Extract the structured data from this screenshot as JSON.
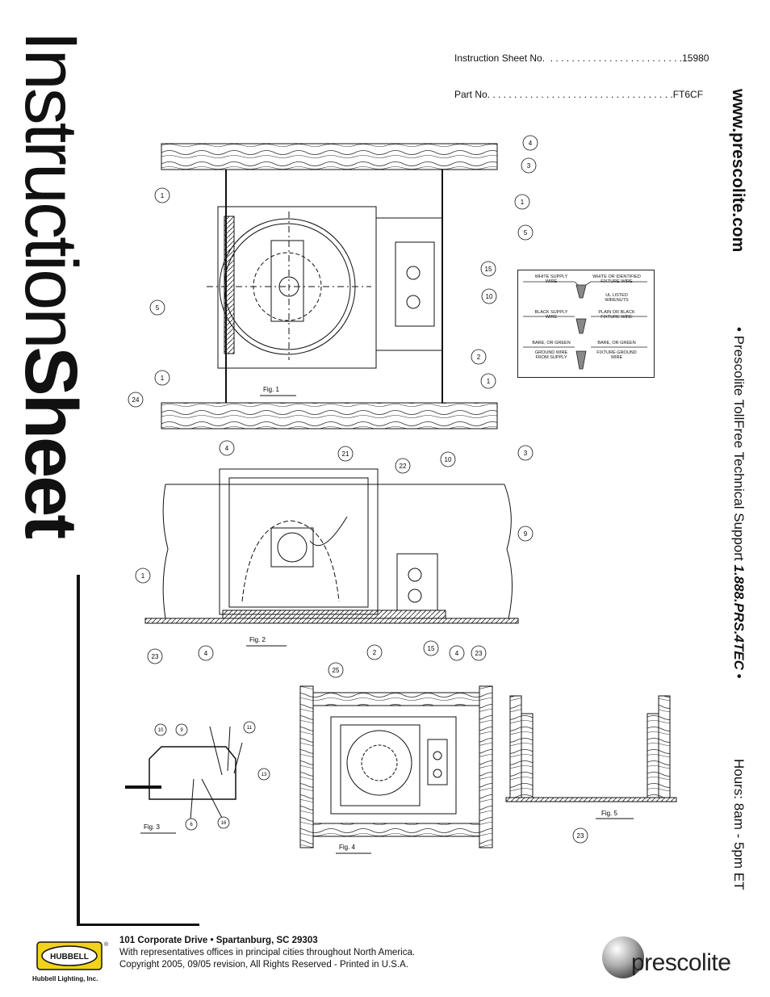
{
  "header": {
    "instruction_sheet_line": "Instruction Sheet No.  . . . . . . . . . . . . . . . . . . . . . . . . .15980",
    "part_no_line": "Part No. . . . . . . . . . . . . . . . . . . . . . . . . . . . . . . . . . .FT6CF"
  },
  "title": {
    "part1": "Instruction",
    "part2": "Sheet"
  },
  "side": {
    "website": "www.prescolite.com",
    "support_prefix": "• Prescolite TollFree Technical Support ",
    "support_phone": "1.888.PRS.4TEC",
    "support_suffix": " •",
    "hours": "Hours: 8am - 5pm ET"
  },
  "wiring_table": {
    "row1_left_a": "WHITE SUPPLY",
    "row1_left_b": "WIRE",
    "row1_right_a": "WHITE OR IDENTIFIED",
    "row1_right_b": "FIXTURE WIRE",
    "wirenut_note_a": "UL LISTED",
    "wirenut_note_b": "WIRENUTS",
    "row2_left_a": "BLACK SUPPLY",
    "row2_left_b": "WIRE",
    "row2_right_a": "PLAIN OR BLACK",
    "row2_right_b": "FIXTURE WIRE",
    "row3_left_a": "BARE, OR GREEN",
    "row3_left_b": "GROUND WIRE",
    "row3_left_c": "FROM SUPPLY",
    "row3_right_a": "BARE, OR GREEN",
    "row3_right_b": "FIXTURE GROUND",
    "row3_right_c": "WIRE"
  },
  "figures": {
    "fig1": "Fig. 1",
    "fig2": "Fig. 2",
    "fig3": "Fig. 3",
    "fig4": "Fig. 4",
    "fig5": "Fig. 5"
  },
  "callouts": {
    "fig1": [
      {
        "n": "4"
      },
      {
        "n": "3"
      },
      {
        "n": "1"
      },
      {
        "n": "1"
      },
      {
        "n": "5"
      },
      {
        "n": "15"
      },
      {
        "n": "10"
      },
      {
        "n": "5"
      },
      {
        "n": "2"
      },
      {
        "n": "1"
      },
      {
        "n": "1"
      },
      {
        "n": "24"
      },
      {
        "n": "4"
      },
      {
        "n": "3"
      }
    ],
    "fig2": [
      {
        "n": "21"
      },
      {
        "n": "22"
      },
      {
        "n": "10"
      },
      {
        "n": "9"
      },
      {
        "n": "1"
      },
      {
        "n": "23"
      },
      {
        "n": "4"
      },
      {
        "n": "2"
      },
      {
        "n": "15"
      },
      {
        "n": "4"
      },
      {
        "n": "23"
      },
      {
        "n": "25"
      }
    ],
    "fig3": [
      {
        "n": "10"
      },
      {
        "n": "9"
      },
      {
        "n": "11"
      },
      {
        "n": "13"
      },
      {
        "n": "6"
      },
      {
        "n": "16"
      }
    ],
    "fig5": [
      {
        "n": "23"
      }
    ]
  },
  "footer": {
    "address": "101 Corporate Drive • Spartanburg, SC  29303",
    "reps": "With representatives offices in principal cities throughout North America.",
    "copyright": "Copyright 2005, 09/05 revision, All Rights Reserved - Printed in U.S.A."
  },
  "logos": {
    "hubbell_badge": "HUBBELL",
    "hubbell_registered": "®",
    "hubbell_caption": "Hubbell Lighting, Inc.",
    "prescolite_word": "prescolite"
  }
}
